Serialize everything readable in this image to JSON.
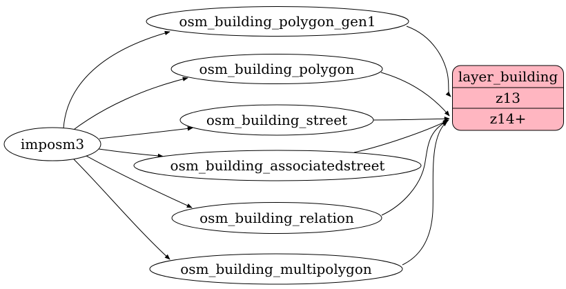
{
  "diagram": {
    "background": "#ffffff",
    "edge_color": "#000000",
    "node_outline_color": "#000000",
    "source": {
      "label": "imposm3"
    },
    "tables": [
      {
        "label": "osm_building_polygon_gen1"
      },
      {
        "label": "osm_building_polygon"
      },
      {
        "label": "osm_building_street"
      },
      {
        "label": "osm_building_associatedstreet"
      },
      {
        "label": "osm_building_relation"
      },
      {
        "label": "osm_building_multipolygon"
      }
    ],
    "layer": {
      "title": "layer_building",
      "fill": "#ffb6c1",
      "rows": [
        {
          "label": "z13"
        },
        {
          "label": "z14+"
        }
      ]
    },
    "edges": [
      {
        "from": "imposm3",
        "to": "osm_building_polygon_gen1"
      },
      {
        "from": "imposm3",
        "to": "osm_building_polygon"
      },
      {
        "from": "imposm3",
        "to": "osm_building_street"
      },
      {
        "from": "imposm3",
        "to": "osm_building_associatedstreet"
      },
      {
        "from": "imposm3",
        "to": "osm_building_relation"
      },
      {
        "from": "imposm3",
        "to": "osm_building_multipolygon"
      },
      {
        "from": "osm_building_polygon_gen1",
        "to": "layer_building:z13"
      },
      {
        "from": "osm_building_polygon",
        "to": "layer_building:z14+"
      },
      {
        "from": "osm_building_street",
        "to": "layer_building:z14+"
      },
      {
        "from": "osm_building_associatedstreet",
        "to": "layer_building:z14+"
      },
      {
        "from": "osm_building_relation",
        "to": "layer_building:z14+"
      },
      {
        "from": "osm_building_multipolygon",
        "to": "layer_building:z14+"
      }
    ]
  }
}
